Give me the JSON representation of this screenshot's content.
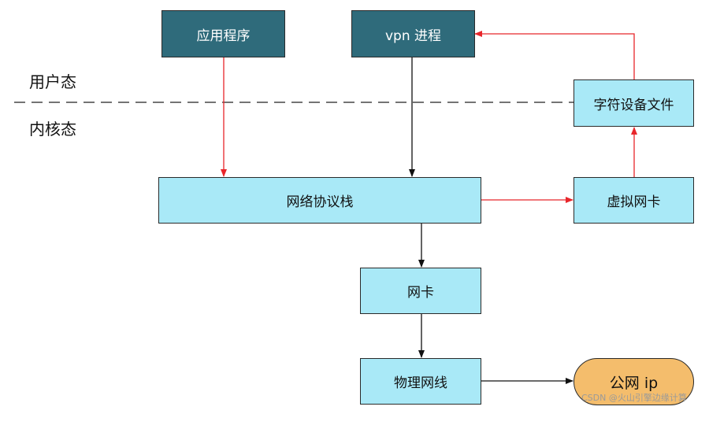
{
  "regions": {
    "user_mode": "用户态",
    "kernel_mode": "内核态"
  },
  "nodes": {
    "app": "应用程序",
    "vpn_process": "vpn 进程",
    "char_device": "字符设备文件",
    "net_stack": "网络协议栈",
    "virtual_nic": "虚拟网卡",
    "nic": "网卡",
    "cable": "物理网线",
    "public_ip": "公网 ip"
  },
  "watermark": "CSDN @火山引擎边缘计算",
  "colors": {
    "dark_box": "#2f6b7b",
    "light_box": "#a9e9f7",
    "pill": "#f4bd6c",
    "red_arrow": "#e8262b",
    "black_arrow": "#111111"
  }
}
